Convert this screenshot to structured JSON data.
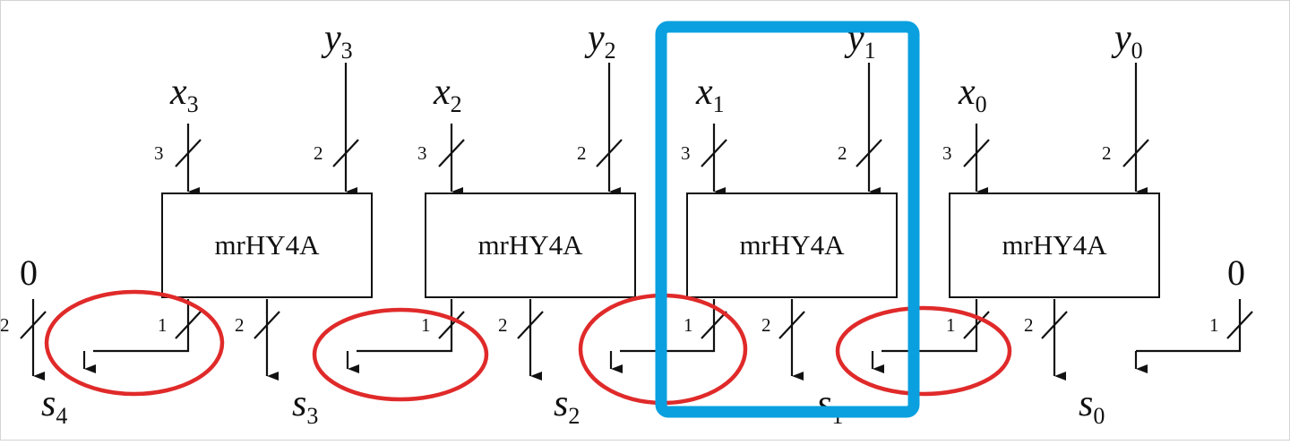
{
  "blocks": [
    {
      "label": "mrHY4A",
      "x": "x",
      "x_sub": "3",
      "y": "y",
      "y_sub": "3",
      "x_width": "3",
      "y_width": "2",
      "carry_width": "1",
      "sum_width": "2",
      "s": "s",
      "s_sub": "3"
    },
    {
      "label": "mrHY4A",
      "x": "x",
      "x_sub": "2",
      "y": "y",
      "y_sub": "2",
      "x_width": "3",
      "y_width": "2",
      "carry_width": "1",
      "sum_width": "2",
      "s": "s",
      "s_sub": "2"
    },
    {
      "label": "mrHY4A",
      "x": "x",
      "x_sub": "1",
      "y": "y",
      "y_sub": "1",
      "x_width": "3",
      "y_width": "2",
      "carry_width": "1",
      "sum_width": "2",
      "s": "s",
      "s_sub": "1"
    },
    {
      "label": "mrHY4A",
      "x": "x",
      "x_sub": "0",
      "y": "y",
      "y_sub": "0",
      "x_width": "3",
      "y_width": "2",
      "carry_width": "1",
      "sum_width": "2",
      "s": "s",
      "s_sub": "0"
    }
  ],
  "left_const": {
    "value": "0",
    "width": "2"
  },
  "right_const": {
    "value": "0",
    "width": "1"
  },
  "s4": {
    "s": "s",
    "sub": "4"
  },
  "highlight": {
    "rect_color": "#0aa0e0",
    "ellipse_color": "#e02a2a"
  }
}
